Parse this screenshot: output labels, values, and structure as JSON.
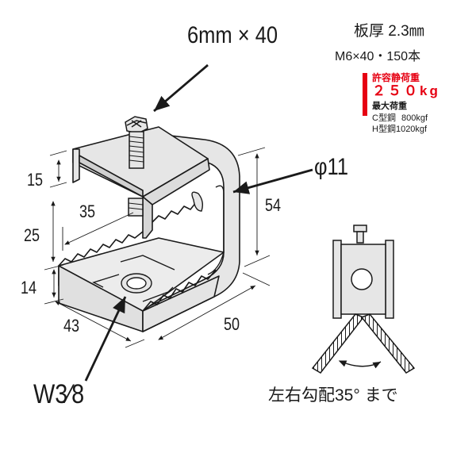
{
  "product": {
    "plate_thickness": "板厚 2.3㎜",
    "bolt_spec": "M6×40・150本",
    "allowable_static_load": {
      "label": "許容静荷重",
      "value": "２５０kg",
      "accent_color": "#e60012"
    },
    "max_load": {
      "label": "最大荷重",
      "rows": [
        {
          "type": "C型鋼",
          "value": "800kgf"
        },
        {
          "type": "H型鋼",
          "value": "1020kgf"
        }
      ]
    }
  },
  "callouts": {
    "bolt": "6mm × 40",
    "hole": "φ11",
    "thread": "W3⁄8"
  },
  "dimensions": {
    "flange_height": "15",
    "gap_height": "25",
    "base_height": "14",
    "width_top": "35",
    "depth": "43",
    "length": "50",
    "overall_height": "54"
  },
  "side_view": {
    "caption": "左右勾配35°  まで"
  },
  "colors": {
    "body_fill": "#e6e6e6",
    "outline": "#1a1a1a",
    "accent": "#e60012"
  }
}
